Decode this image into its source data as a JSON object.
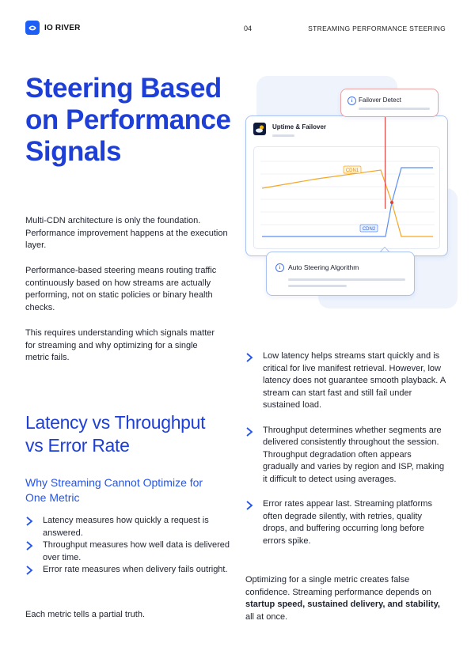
{
  "header": {
    "brand": "IO RIVER",
    "page_number": "04",
    "section_title": "STREAMING PERFORMANCE STEERING"
  },
  "title_lines": [
    "Steering Based",
    "on Performance",
    "Signals"
  ],
  "intro_paragraphs": [
    "Multi-CDN architecture is only the foundation. Performance improvement happens at the execution layer.",
    "Performance-based steering means routing traffic continuously based on how streams are actually performing, not on static policies or binary health checks.",
    "This requires understanding which signals matter for streaming and why optimizing for a single metric fails."
  ],
  "section": {
    "heading_lines": [
      "Latency vs Throughput",
      "vs Error Rate"
    ],
    "subheading_lines": [
      "Why Streaming Cannot Optimize for",
      "One Metric"
    ],
    "bullets": [
      "Latency measures how quickly a request is answered.",
      "Throughput measures how well data is delivered over time.",
      "Error rate measures when delivery fails outright."
    ],
    "closing": "Each metric tells a partial truth."
  },
  "right_bullets": [
    "Low latency helps streams start quickly and is critical for live manifest retrieval. However, low latency does not guarantee smooth playback. A stream can start fast and still fail under sustained load.",
    "Throughput determines whether segments are delivered consistently throughout the session. Throughput degradation often appears gradually and varies by region and ISP, making it difficult to detect using averages.",
    "Error rates appear last. Streaming platforms often degrade silently, with retries, quality drops, and buffering occurring long before errors spike."
  ],
  "conclusion": {
    "part1": "Optimizing for a single metric creates false confidence. Streaming performance depends on ",
    "bold": "startup speed, sustained delivery, and stability,",
    "part2": " all at once."
  },
  "illustration": {
    "failover_label": "Failover Detect",
    "uptime_label": "Uptime & Failover",
    "steering_label": "Auto Steering Algorithm",
    "cdn1_label": "CDN1",
    "cdn2_label": "CDN2",
    "colors": {
      "cdn1": "#f5a623",
      "cdn2": "#5b8ff0",
      "alert": "#e53935",
      "accent": "#1d3fd8"
    }
  }
}
